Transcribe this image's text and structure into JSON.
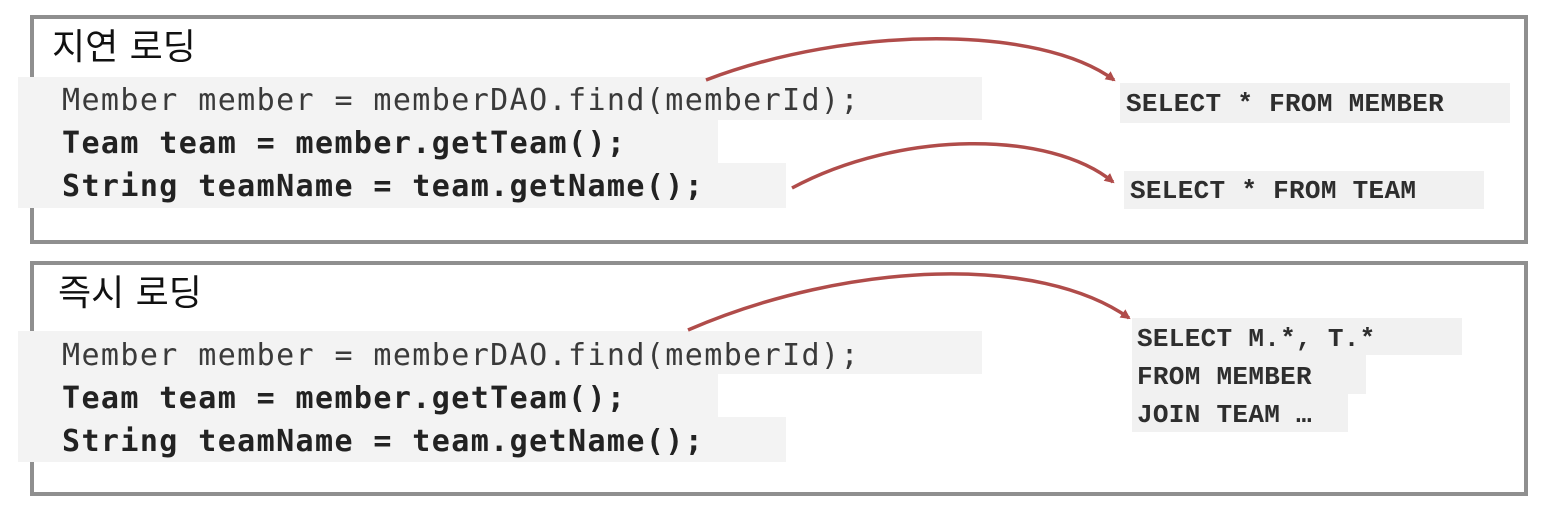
{
  "lazy": {
    "title": "지연 로딩",
    "code": [
      "Member member = memberDAO.find(memberId);",
      "Team team = member.getTeam();",
      "String teamName = team.getName();"
    ],
    "sql": [
      "SELECT * FROM MEMBER",
      "SELECT * FROM TEAM"
    ]
  },
  "eager": {
    "title": "즉시 로딩",
    "code": [
      "Member member = memberDAO.find(memberId);",
      "Team team = member.getTeam();",
      "String teamName = team.getName();"
    ],
    "sql": [
      "SELECT M.*, T.*",
      "FROM MEMBER",
      "JOIN TEAM …"
    ]
  },
  "colors": {
    "arrow": "#b04c4a",
    "border": "#8f8f8f",
    "code_bg": "#f3f3f3"
  }
}
